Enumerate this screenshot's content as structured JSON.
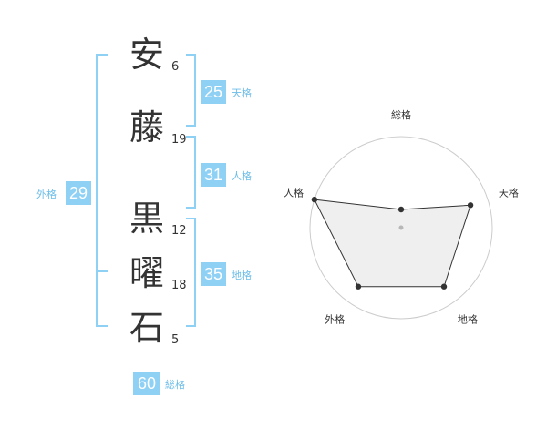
{
  "name_chars": [
    {
      "char": "安",
      "strokes": "6"
    },
    {
      "char": "藤",
      "strokes": "19"
    },
    {
      "char": "黒",
      "strokes": "12"
    },
    {
      "char": "曜",
      "strokes": "18"
    },
    {
      "char": "石",
      "strokes": "5"
    }
  ],
  "fortunes": {
    "tenkaku": {
      "value": "25",
      "label": "天格"
    },
    "jinkaku": {
      "value": "31",
      "label": "人格"
    },
    "chikaku": {
      "value": "35",
      "label": "地格"
    },
    "gaikaku": {
      "value": "29",
      "label": "外格"
    },
    "soukaku": {
      "value": "60",
      "label": "総格"
    }
  },
  "colors": {
    "accent": "#8fd0f5",
    "label": "#6cbde8",
    "text": "#333333"
  },
  "chart_data": {
    "type": "radar",
    "axes": [
      "総格",
      "天格",
      "地格",
      "外格",
      "人格"
    ],
    "values": [
      0.2,
      0.8,
      0.8,
      0.8,
      1.0
    ],
    "scale_rings": 4
  }
}
